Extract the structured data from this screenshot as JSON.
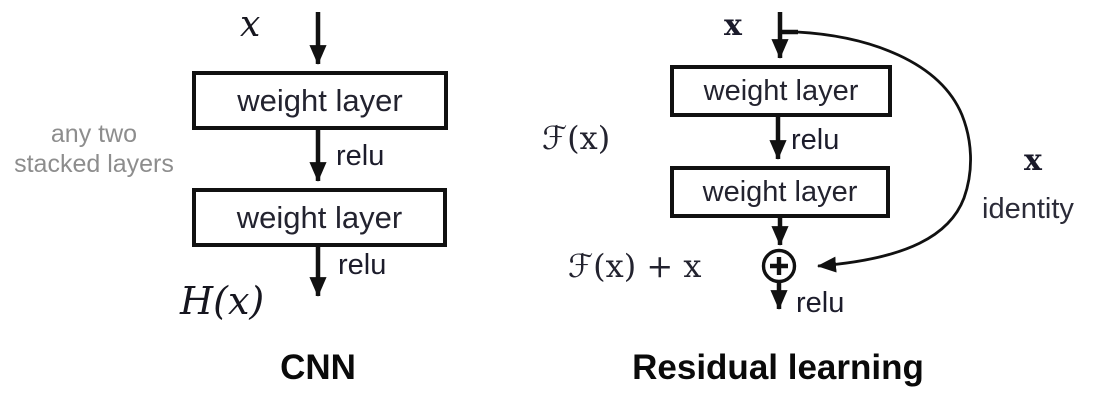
{
  "colors": {
    "background": "#ffffff",
    "ink": "#111111",
    "box_text": "#23232f",
    "note_gray": "#8d8d8d",
    "caption_black": "#0a0a0a"
  },
  "icons": {
    "sum_junction": "plus-in-circle",
    "arrowheads": "solid-black-triangle"
  },
  "left": {
    "input_label": "x",
    "note_line1": "any two",
    "note_line2": "stacked layers",
    "box1_label": "weight layer",
    "relu1_label": "relu",
    "box2_label": "weight layer",
    "relu2_label": "relu",
    "output_label": "H(x)",
    "caption": "CNN"
  },
  "right": {
    "input_label": "x",
    "function_label": "ℱ(x)",
    "box1_label": "weight layer",
    "relu1_label": "relu",
    "box2_label": "weight layer",
    "sum_label": "ℱ(x) + x",
    "identity_x_label": "x",
    "identity_label": "identity",
    "relu2_label": "relu",
    "caption": "Residual learning"
  }
}
